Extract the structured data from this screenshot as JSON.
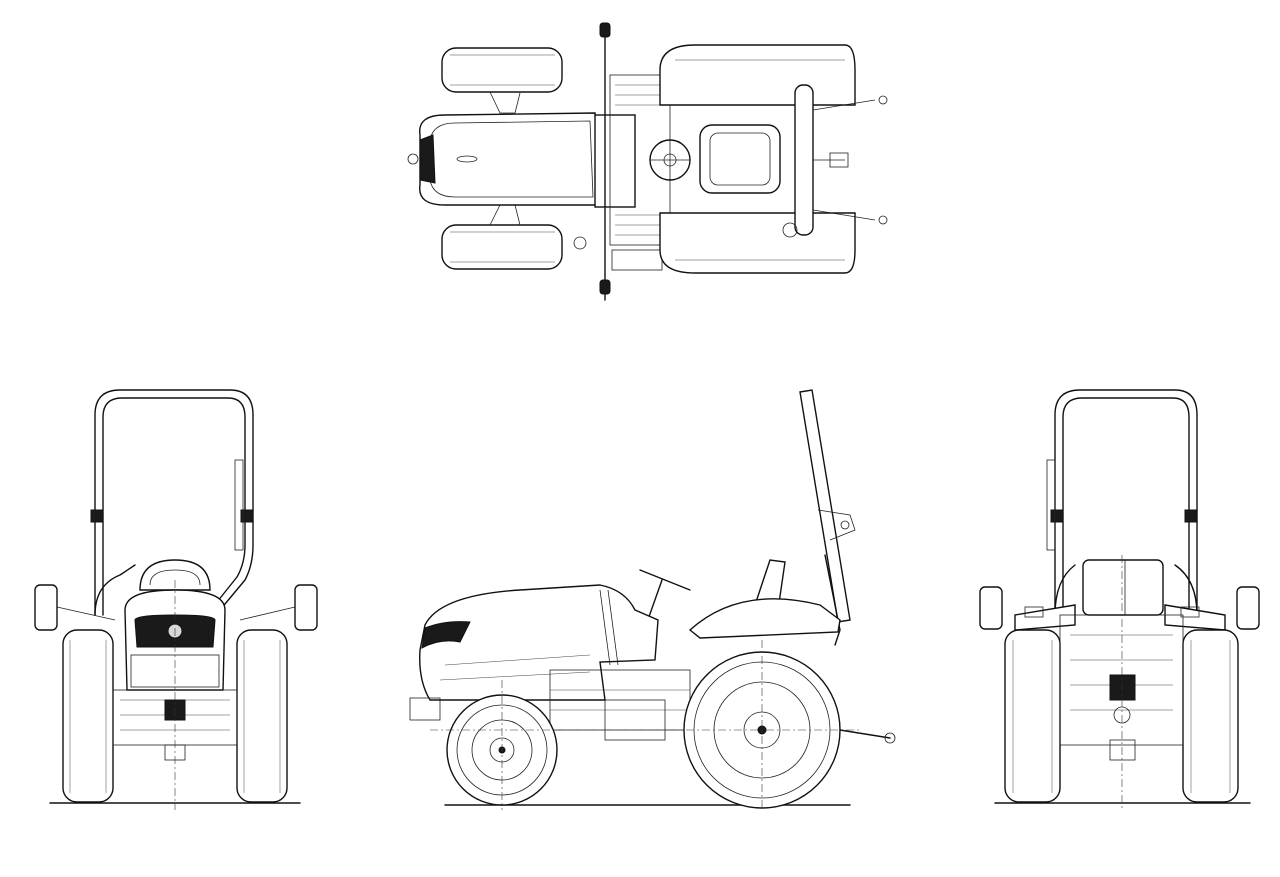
{
  "drawing": {
    "views": [
      {
        "id": "top",
        "label": ""
      },
      {
        "id": "front",
        "label": ""
      },
      {
        "id": "side",
        "label": ""
      },
      {
        "id": "rear",
        "label": ""
      }
    ]
  },
  "colors": {
    "line": "#111111",
    "background": "#ffffff"
  },
  "icons": [
    "tractor-top-view-icon",
    "tractor-front-view-icon",
    "tractor-side-view-icon",
    "tractor-rear-view-icon"
  ]
}
